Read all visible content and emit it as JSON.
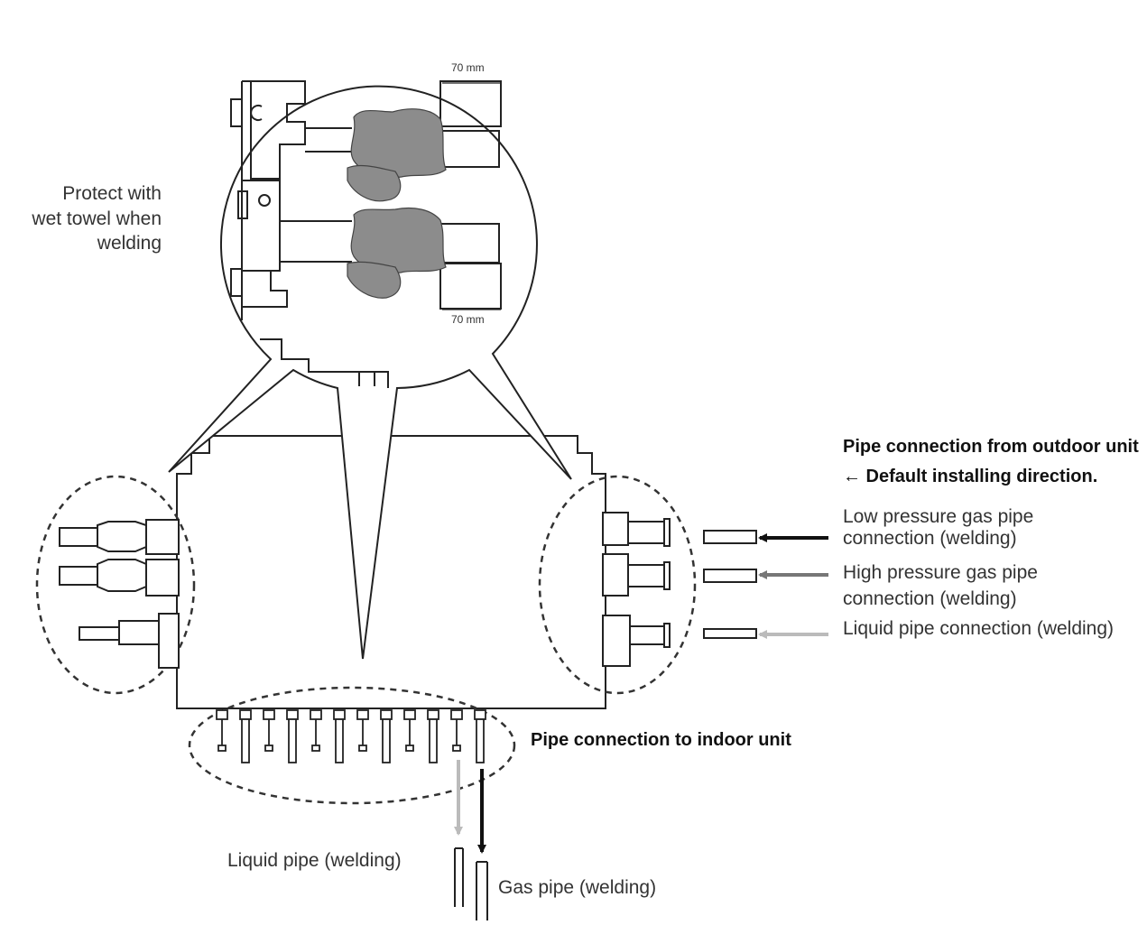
{
  "labels": {
    "protect_line1": "Protect with",
    "protect_line2": "wet towel when",
    "protect_line3": "welding",
    "dim_top": "70 mm",
    "dim_bottom": "70 mm",
    "outdoor_title": "Pipe connection from outdoor unit",
    "outdoor_subtitle": "← Default installing direction.",
    "low_pressure_line1": "Low pressure gas pipe",
    "low_pressure_line2": "connection (welding)",
    "high_pressure_line1": "High pressure gas pipe",
    "high_pressure_line2": "connection (welding)",
    "liquid_connection": "Liquid pipe connection (welding)",
    "indoor_title": "Pipe connection to indoor unit",
    "liquid_pipe": "Liquid pipe (welding)",
    "gas_pipe": "Gas pipe (welding)"
  },
  "colors": {
    "line": "#222222",
    "arrow_dark": "#111111",
    "arrow_mid": "#777777",
    "arrow_light": "#bbbbbb",
    "towel": "#8c8c8c"
  }
}
